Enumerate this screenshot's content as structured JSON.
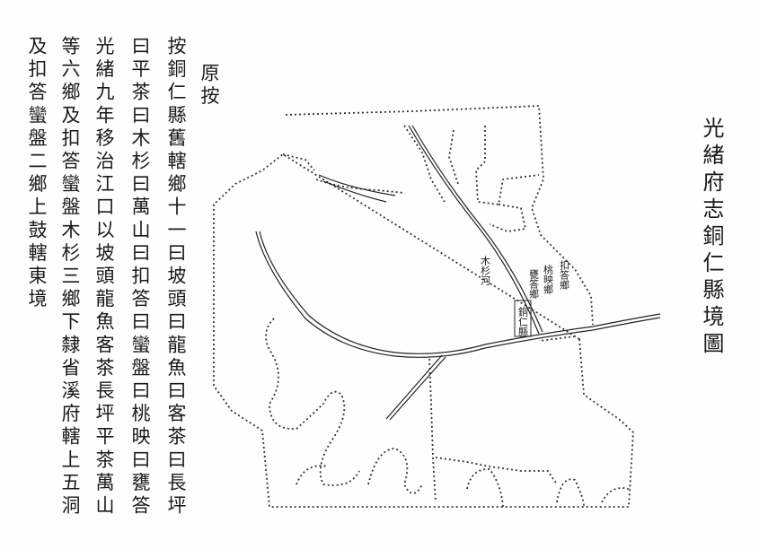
{
  "title": "光緒府志銅仁縣境圖",
  "note": {
    "heading": "原按",
    "columns": [
      "按銅仁縣舊轄鄉十一曰坡頭曰龍魚曰客茶曰長坪",
      "曰平茶曰木杉曰萬山曰扣答曰蠻盤曰桃映曰甕答",
      "光緒九年移治江口以坡頭龍魚客茶長坪平茶萬山",
      "等六鄉及扣答蠻盤木杉三鄉下隸省溪府轄上五洞",
      "及扣答蠻盤二鄉上鼓轄東境"
    ]
  },
  "map": {
    "seat": "銅仁縣",
    "labels": [
      "桃映鄉",
      "扣答鄉",
      "甕答鄉",
      "木杉河"
    ]
  }
}
